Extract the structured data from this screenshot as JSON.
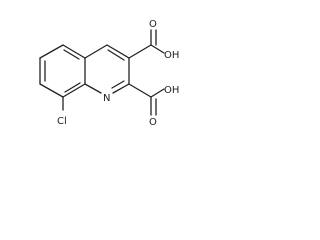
{
  "molecule": {
    "atom_labels": {
      "chlorine": "Cl",
      "ring_nitrogen": "N",
      "upper_acid_oxygen": "O",
      "upper_acid_hydroxyl": "OH",
      "lower_acid_oxygen": "O",
      "lower_acid_hydroxyl": "OH"
    },
    "colors": {
      "bond": "#222222",
      "label": "#222222"
    }
  }
}
